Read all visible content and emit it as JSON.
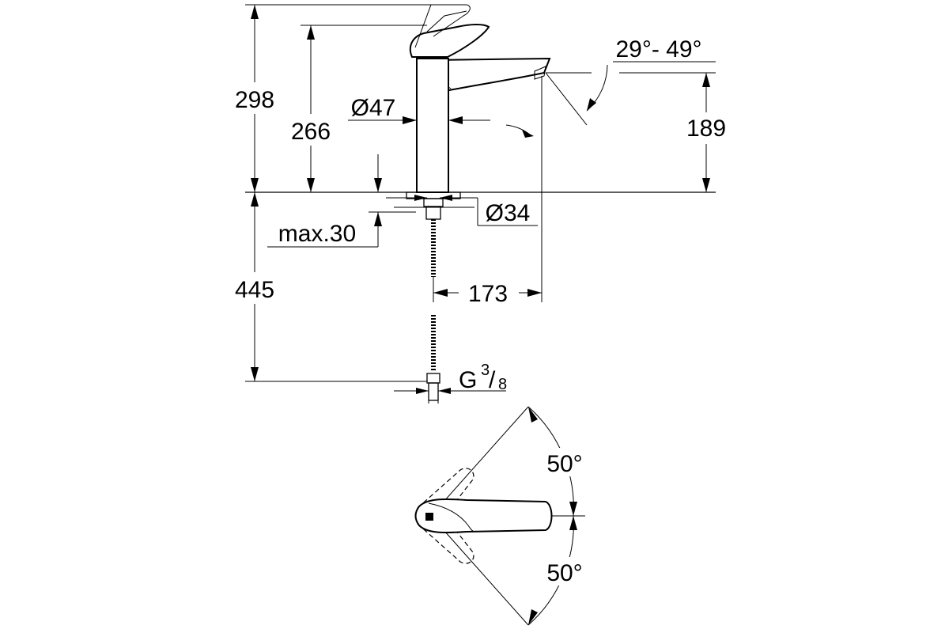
{
  "dimensions": {
    "total_height": "298",
    "spout_top_height": "266",
    "spout_height": "189",
    "body_diameter": "Ø47",
    "hole_diameter": "Ø34",
    "max_thickness": "max.30",
    "hose_length": "445",
    "reach": "173",
    "spout_angle": "29°- 49°",
    "thread_prefix": "G",
    "thread_numerator": "3",
    "thread_denominator": "8",
    "lever_angle_upper": "50°",
    "lever_angle_lower": "50°"
  }
}
